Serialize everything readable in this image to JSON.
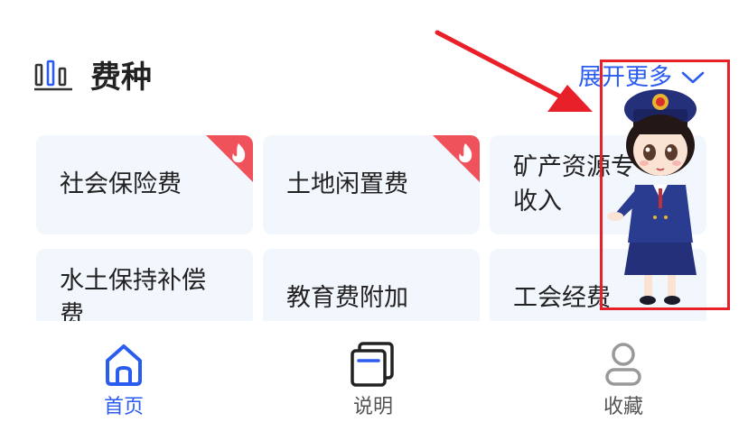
{
  "section": {
    "title": "费种",
    "expand_label": "展开更多",
    "icons": {
      "title": "bar-chart-icon",
      "expand": "chevron-down-icon"
    }
  },
  "fees": [
    {
      "lines": [
        "社会保险费"
      ],
      "hot": true
    },
    {
      "lines": [
        "土地闲置费"
      ],
      "hot": true
    },
    {
      "lines": [
        "矿产资源专",
        "收入"
      ],
      "hot": false
    },
    {
      "lines": [
        "水土保持补偿",
        "费"
      ],
      "hot": false
    },
    {
      "lines": [
        "教育费附加"
      ],
      "hot": false
    },
    {
      "lines": [
        "工会经费"
      ],
      "hot": false
    }
  ],
  "tabbar": {
    "tabs": [
      {
        "label": "首页",
        "icon": "home-icon",
        "active": true
      },
      {
        "label": "说明",
        "icon": "document-stack-icon",
        "active": false
      },
      {
        "label": "收藏",
        "icon": "user-icon",
        "active": false
      }
    ]
  },
  "colors": {
    "accent": "#2b5cf0",
    "badge": "#f0525c",
    "card_bg": "#f2f6fd",
    "annotation": "#e8202a"
  }
}
